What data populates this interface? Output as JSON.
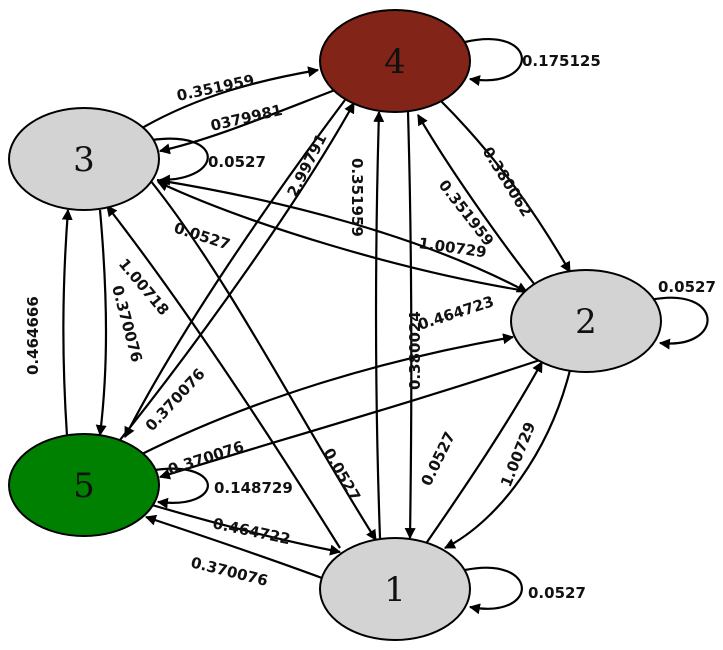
{
  "colors": {
    "edge": "#000000",
    "node_default": "#d3d3d3",
    "node_4": "#832418",
    "node_5": "#008000"
  },
  "nodes": [
    {
      "id": "1",
      "label": "1",
      "fill": "#d3d3d3"
    },
    {
      "id": "2",
      "label": "2",
      "fill": "#d3d3d3"
    },
    {
      "id": "3",
      "label": "3",
      "fill": "#d3d3d3"
    },
    {
      "id": "4",
      "label": "4",
      "fill": "#832418"
    },
    {
      "id": "5",
      "label": "5",
      "fill": "#008000"
    }
  ],
  "edges": [
    {
      "from": "4",
      "to": "4",
      "label": "0.175125"
    },
    {
      "from": "3",
      "to": "4",
      "label": "0.351959"
    },
    {
      "from": "4",
      "to": "3",
      "label": "0379981"
    },
    {
      "from": "3",
      "to": "3",
      "label": "0.0527"
    },
    {
      "from": "4",
      "to": "2",
      "label": "0.380062"
    },
    {
      "from": "2",
      "to": "4",
      "label": "0.351959"
    },
    {
      "from": "5",
      "to": "4",
      "label": "2.99791"
    },
    {
      "from": "1",
      "to": "4",
      "label": "0.351959"
    },
    {
      "from": "2",
      "to": "3",
      "label": "0.0527"
    },
    {
      "from": "3",
      "to": "2",
      "label": "1.00729"
    },
    {
      "from": "2",
      "to": "2",
      "label": "0.0527"
    },
    {
      "from": "5",
      "to": "3",
      "label": "0.464666"
    },
    {
      "from": "3",
      "to": "5",
      "label": "0.370076"
    },
    {
      "from": "1",
      "to": "3",
      "label": "1.00718"
    },
    {
      "from": "5",
      "to": "2",
      "label": "0.464723"
    },
    {
      "from": "4",
      "to": "5",
      "label": "0.370076"
    },
    {
      "from": "2",
      "to": "5",
      "label": "0.370076"
    },
    {
      "from": "3",
      "to": "1",
      "label": "0.0527"
    },
    {
      "from": "4",
      "to": "1",
      "label": "0.380024"
    },
    {
      "from": "1",
      "to": "2",
      "label": "0.0527"
    },
    {
      "from": "2",
      "to": "1",
      "label": "1.00729"
    },
    {
      "from": "5",
      "to": "5",
      "label": "0.148729"
    },
    {
      "from": "5",
      "to": "1",
      "label": "0.464722"
    },
    {
      "from": "1",
      "to": "5",
      "label": "0.370076"
    },
    {
      "from": "1",
      "to": "1",
      "label": "0.0527"
    }
  ]
}
